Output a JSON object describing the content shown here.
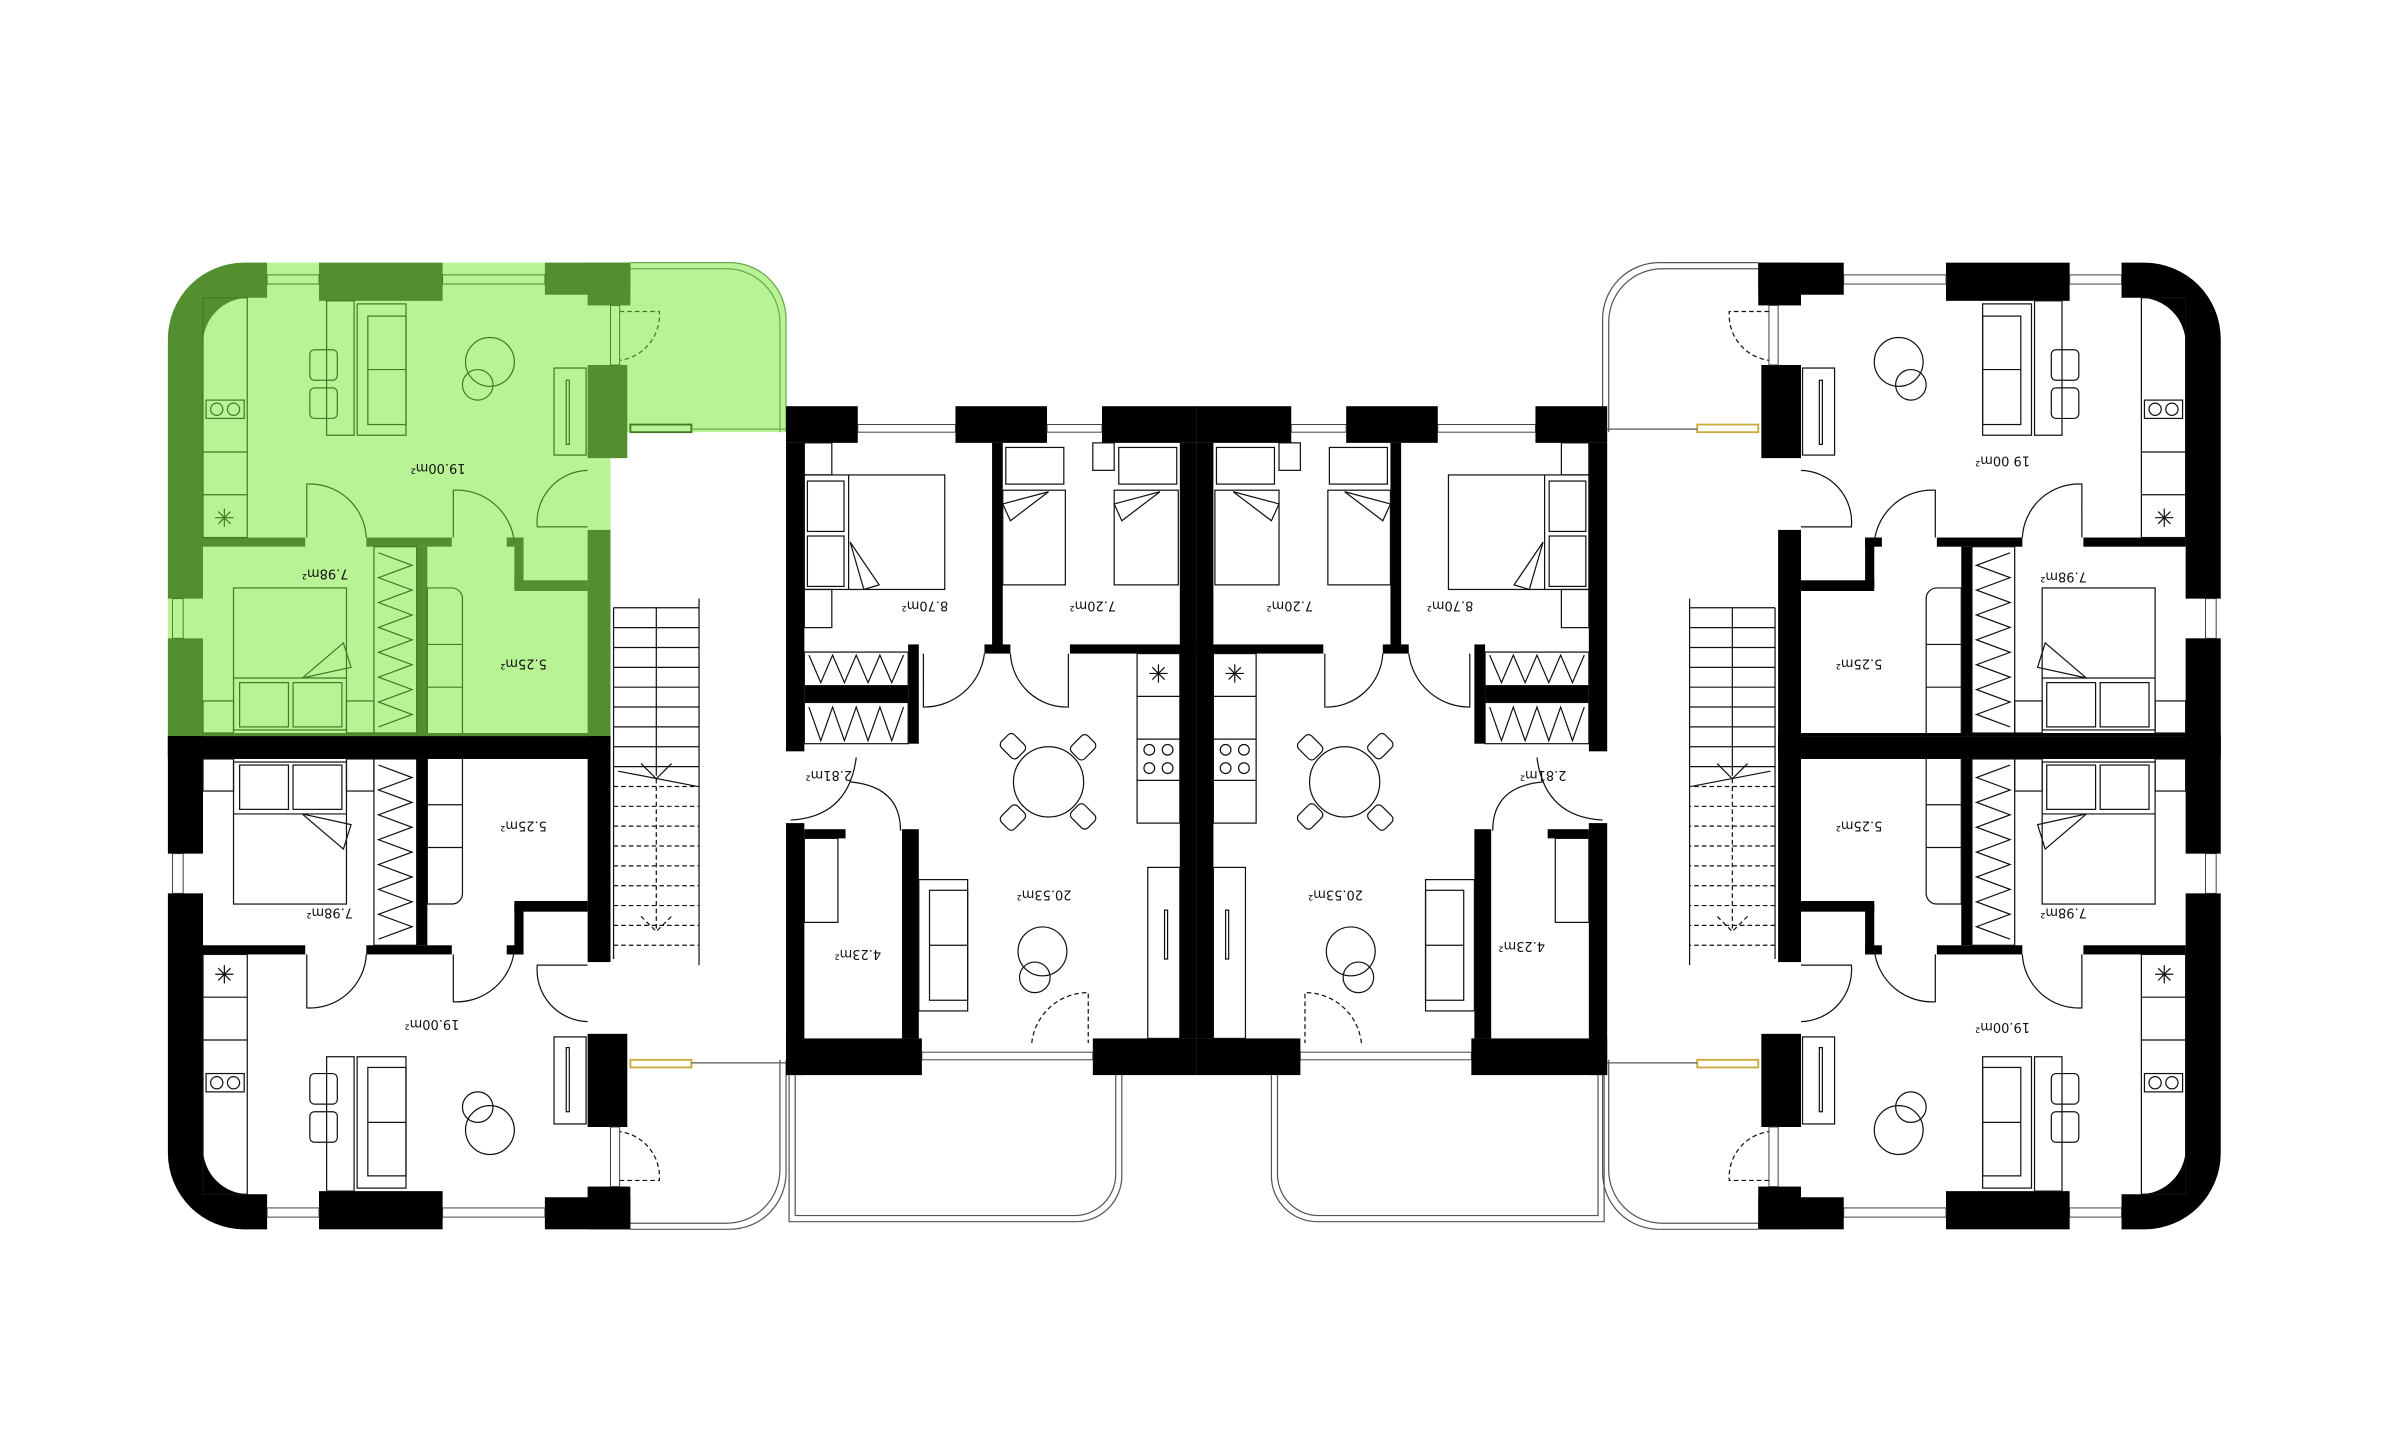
{
  "colors": {
    "highlight_fill": "#b8f396",
    "highlight_wall": "#548f2f",
    "wall": "#000000"
  },
  "room_areas": [
    "19.00m²",
    "7.98m²",
    "5.25m²",
    "5.25m²",
    "7.98m²",
    "19.00m²",
    "8.70m²",
    "7.20m²",
    "7.20m²",
    "8.70m²",
    "2.81m²",
    "2.81m²",
    "20.53m²",
    "20.53m²",
    "4.23m²",
    "4.23m²",
    "19 00m²",
    "7.98m²",
    "5.25m²",
    "5.25m²",
    "7.98m²",
    "19.00m²"
  ]
}
